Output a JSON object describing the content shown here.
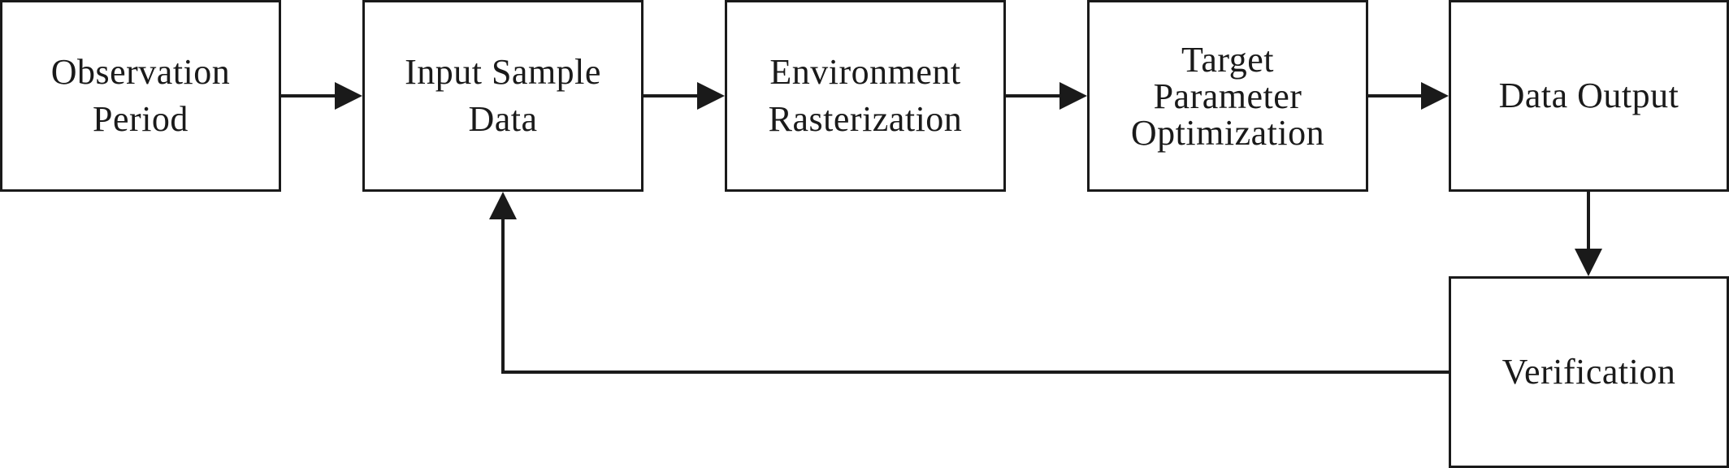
{
  "diagram": {
    "nodes": [
      {
        "id": "observation-period",
        "lines": [
          "Observation",
          "Period"
        ]
      },
      {
        "id": "input-sample-data",
        "lines": [
          "Input Sample",
          "Data"
        ]
      },
      {
        "id": "environment-rasterization",
        "lines": [
          "Environment",
          "Rasterization"
        ]
      },
      {
        "id": "target-parameter-optimization",
        "lines": [
          "Target",
          "Parameter",
          "Optimization"
        ]
      },
      {
        "id": "data-output",
        "lines": [
          "Data Output"
        ]
      },
      {
        "id": "verification",
        "lines": [
          "Verification"
        ]
      }
    ],
    "edges": [
      {
        "from": "observation-period",
        "to": "input-sample-data"
      },
      {
        "from": "input-sample-data",
        "to": "environment-rasterization"
      },
      {
        "from": "environment-rasterization",
        "to": "target-parameter-optimization"
      },
      {
        "from": "target-parameter-optimization",
        "to": "data-output"
      },
      {
        "from": "data-output",
        "to": "verification"
      },
      {
        "from": "verification",
        "to": "input-sample-data"
      }
    ],
    "colors": {
      "stroke": "#1a1a1a",
      "background": "#ffffff"
    }
  }
}
